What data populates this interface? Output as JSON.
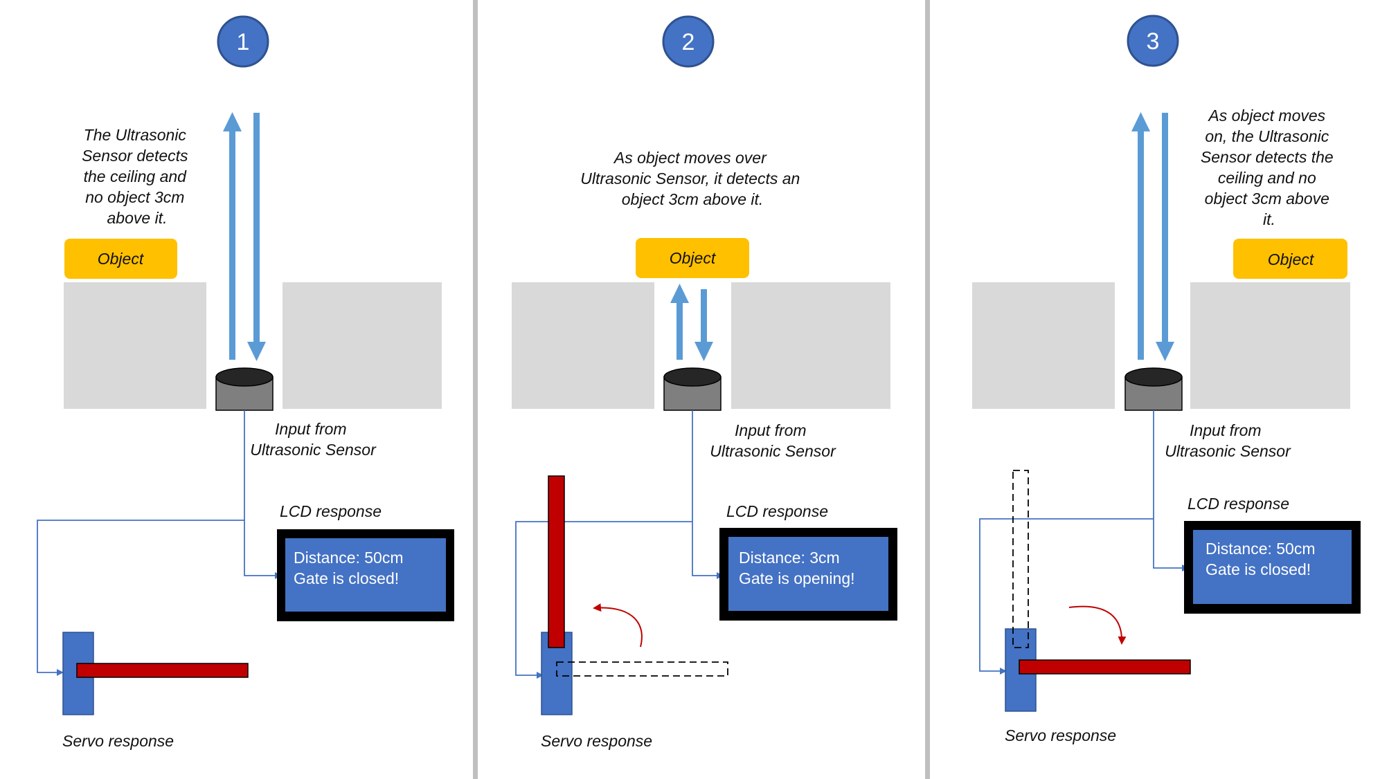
{
  "colors": {
    "step_circle": "#4472c4",
    "arrow": "#5b9bd5",
    "object": "#ffc000",
    "block": "#d9d9d9",
    "sensor": "#7f7f7f",
    "wire": "#4472c4",
    "lcd_frame": "#000000",
    "lcd_screen": "#4472c4",
    "servo": "#4472c4",
    "gate": "#c00000"
  },
  "panels": [
    {
      "step": "1",
      "caption": [
        "The Ultrasonic",
        "Sensor detects",
        "the ceiling and",
        "no object 3cm",
        "above it."
      ],
      "object_label": "Object",
      "input_label": [
        "Input from",
        "Ultrasonic Sensor"
      ],
      "lcd_label": "LCD response",
      "lcd_lines": [
        "Distance: 50cm",
        "Gate is closed!"
      ],
      "servo_label": "Servo response"
    },
    {
      "step": "2",
      "caption": [
        "As object moves over",
        "Ultrasonic Sensor, it detects an",
        "object 3cm above it."
      ],
      "object_label": "Object",
      "input_label": [
        "Input from",
        "Ultrasonic Sensor"
      ],
      "lcd_label": "LCD response",
      "lcd_lines": [
        "Distance: 3cm",
        "Gate is opening!"
      ],
      "servo_label": "Servo response"
    },
    {
      "step": "3",
      "caption": [
        "As object moves",
        "on, the Ultrasonic",
        "Sensor detects the",
        "ceiling and no",
        "object 3cm above",
        "it."
      ],
      "object_label": "Object",
      "input_label": [
        "Input from",
        "Ultrasonic Sensor"
      ],
      "lcd_label": "LCD response",
      "lcd_lines": [
        "Distance: 50cm",
        "Gate is closed!"
      ],
      "servo_label": "Servo response"
    }
  ]
}
